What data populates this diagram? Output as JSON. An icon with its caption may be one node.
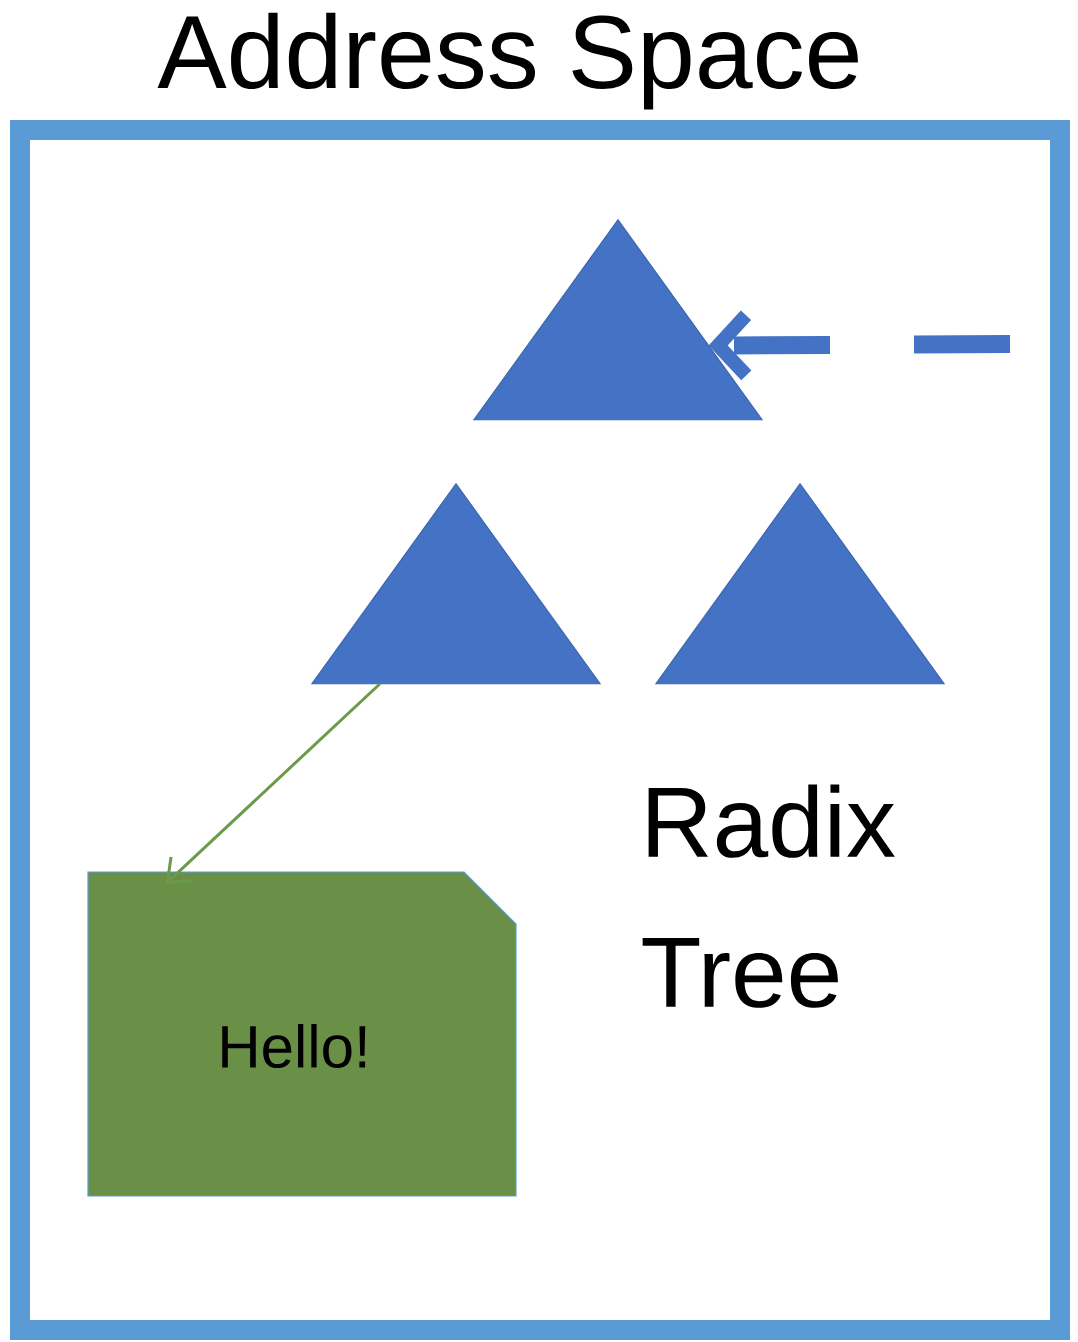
{
  "diagram": {
    "nodes": [
      {
        "text": [
          "Address Space"
        ]
      },
      {
        "text": [],
        "shape": "triangle",
        "in": 0
      },
      {
        "text": [],
        "shape": "triangle",
        "in": 0
      },
      {
        "text": [],
        "shape": "triangle",
        "in": 0
      },
      {
        "text": [
          "Hello!"
        ],
        "in": 0
      }
    ],
    "edges": [
      {
        "from": null,
        "to": 1,
        "arrow": "to",
        "style": "dashed",
        "color": "#4472c4"
      },
      {
        "from": 2,
        "to": 4,
        "arrow": "to",
        "color": "#6a9a4a"
      }
    ],
    "labels": [
      "Radix Tree"
    ]
  }
}
